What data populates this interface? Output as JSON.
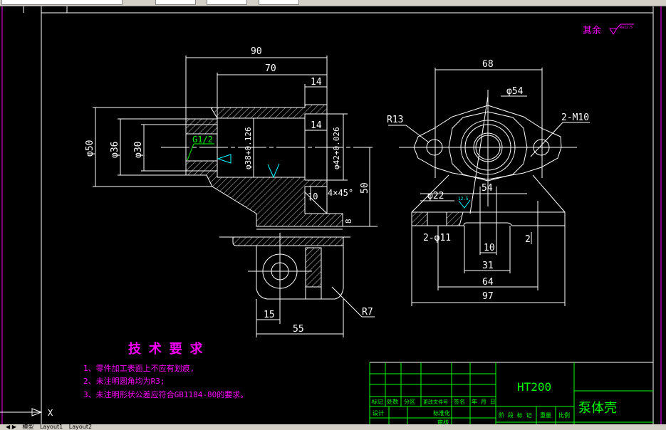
{
  "colors": {
    "background": "#000000",
    "drawing": "#ffffff",
    "title_block": "#00ff00",
    "annotation": "#ff00ff",
    "surface_finish": "#00ffff",
    "toolbar": "#d4d0c8"
  },
  "surface_note": {
    "label": "其余",
    "symbol": "▽",
    "value": "Ra12.5"
  },
  "front_view": {
    "dims": {
      "d90": "90",
      "d70": "70",
      "d14_top": "14",
      "d14_inner": "14",
      "phi50": "φ50",
      "phi36": "φ36",
      "phi30": "φ30",
      "phi38": "φ38+0.126",
      "phi42": "φ42+0.026",
      "thread": "G1/2",
      "chamfer": "4×45°",
      "d50": "50",
      "d10": "10",
      "d8": "8"
    }
  },
  "bottom_view": {
    "dims": {
      "d15": "15",
      "d55": "55",
      "r7": "R7"
    }
  },
  "side_view": {
    "dims": {
      "d68": "68",
      "phi54": "φ54",
      "r13": "R13",
      "m10": "2-M10",
      "phi22": "φ22",
      "d54": "54",
      "phi11": "2-φ11",
      "d2": "2",
      "d10": "10",
      "d31": "31",
      "d64": "64",
      "d97": "97"
    },
    "finish": "12.5"
  },
  "tech_requirements": {
    "title": "技 术 要 求",
    "items": [
      "1、零件加工表面上不应有划痕,",
      "2、未注明圆角均为R3;",
      "3、未注明形状公差应符合GB1184-80的要求。"
    ]
  },
  "title_block": {
    "material": "HT200",
    "part_name": "泵体壳",
    "row_labels": [
      "标记",
      "处数",
      "分区",
      "更改文件号",
      "签名",
      "年 月 日"
    ],
    "design": "设计",
    "standardize": "标准化",
    "review": "审核",
    "stage": "阶 段 标 记",
    "weight": "重量",
    "scale": "比例"
  },
  "ucs": {
    "x_label": "X"
  },
  "tabs": [
    "模型",
    "Layout1",
    "Layout2"
  ]
}
